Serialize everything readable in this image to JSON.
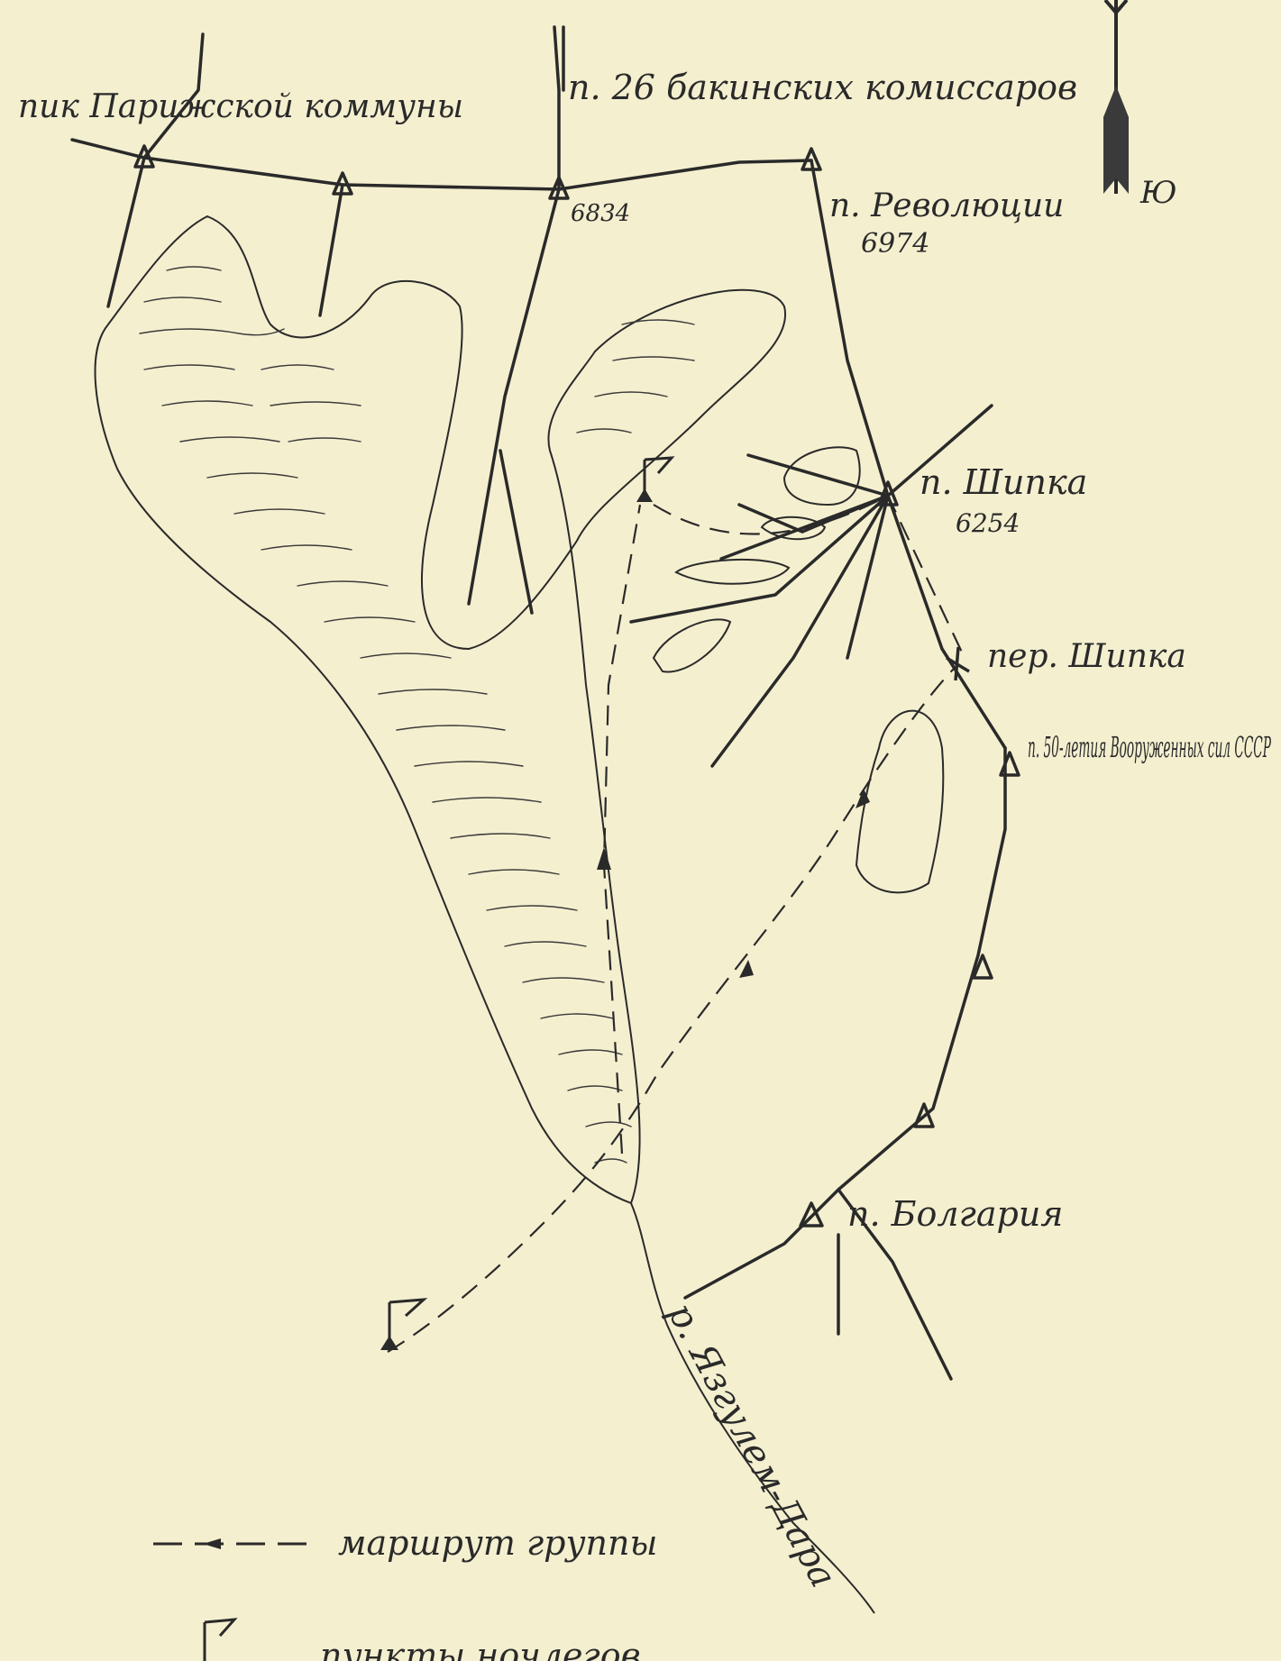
{
  "map": {
    "peaks": {
      "paris_commune": "пик Парижской коммуны",
      "baku_commissars": "п. 26 бакинских комиссаров",
      "baku_commissars_elevation": "6834",
      "revolution": "п. Революции",
      "revolution_elevation": "6974",
      "shipka": "п. Шипка",
      "shipka_elevation": "6254",
      "armed_forces": "п. 50-летия Вооруженных сил СССР",
      "bulgaria": "п. Болгария"
    },
    "pass": "пер. Шипка",
    "river": "р. Язгулем-Дара",
    "compass": "Ю",
    "legend": {
      "route": "маршрут группы",
      "camps": "пункты ночлегов"
    },
    "colors": {
      "paper": "#f4efcf",
      "ink": "#2a2a2a"
    }
  }
}
